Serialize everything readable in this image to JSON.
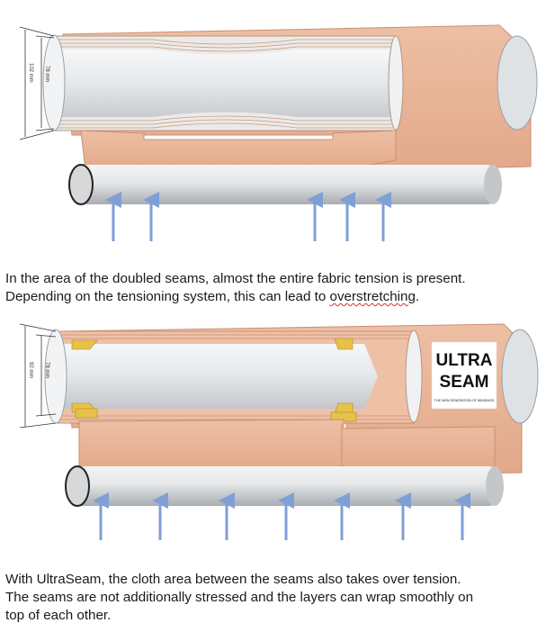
{
  "figure1": {
    "dim_outer": "102 mm",
    "dim_inner": "78 mm"
  },
  "caption1": {
    "line1": "In the area of the doubled seams, almost the entire fabric tension is present.",
    "line2_before": "Depending on the tensioning system, this can lead to ",
    "line2_flagged_word": "overstretching",
    "line2_after": "."
  },
  "figure2": {
    "dim_outer": "92 mm",
    "dim_inner": "78 mm",
    "logo": {
      "line1": "ULTRA",
      "line2": "SEAM",
      "tagline": "THE NEW GENERATION OF WINDINGS"
    }
  },
  "caption2": {
    "line1": "With UltraSeam, the cloth area between the seams also takes over tension.",
    "line2": "The seams are not additionally stressed and the layers can wrap smoothly on",
    "line3": "top of each other."
  },
  "colors": {
    "fabric": "#e9b497",
    "fabric_edge": "#c98f72",
    "roller": "#d2d4d6",
    "arrow": "#7f9fd6",
    "seam_yellow": "#e7c24a"
  }
}
